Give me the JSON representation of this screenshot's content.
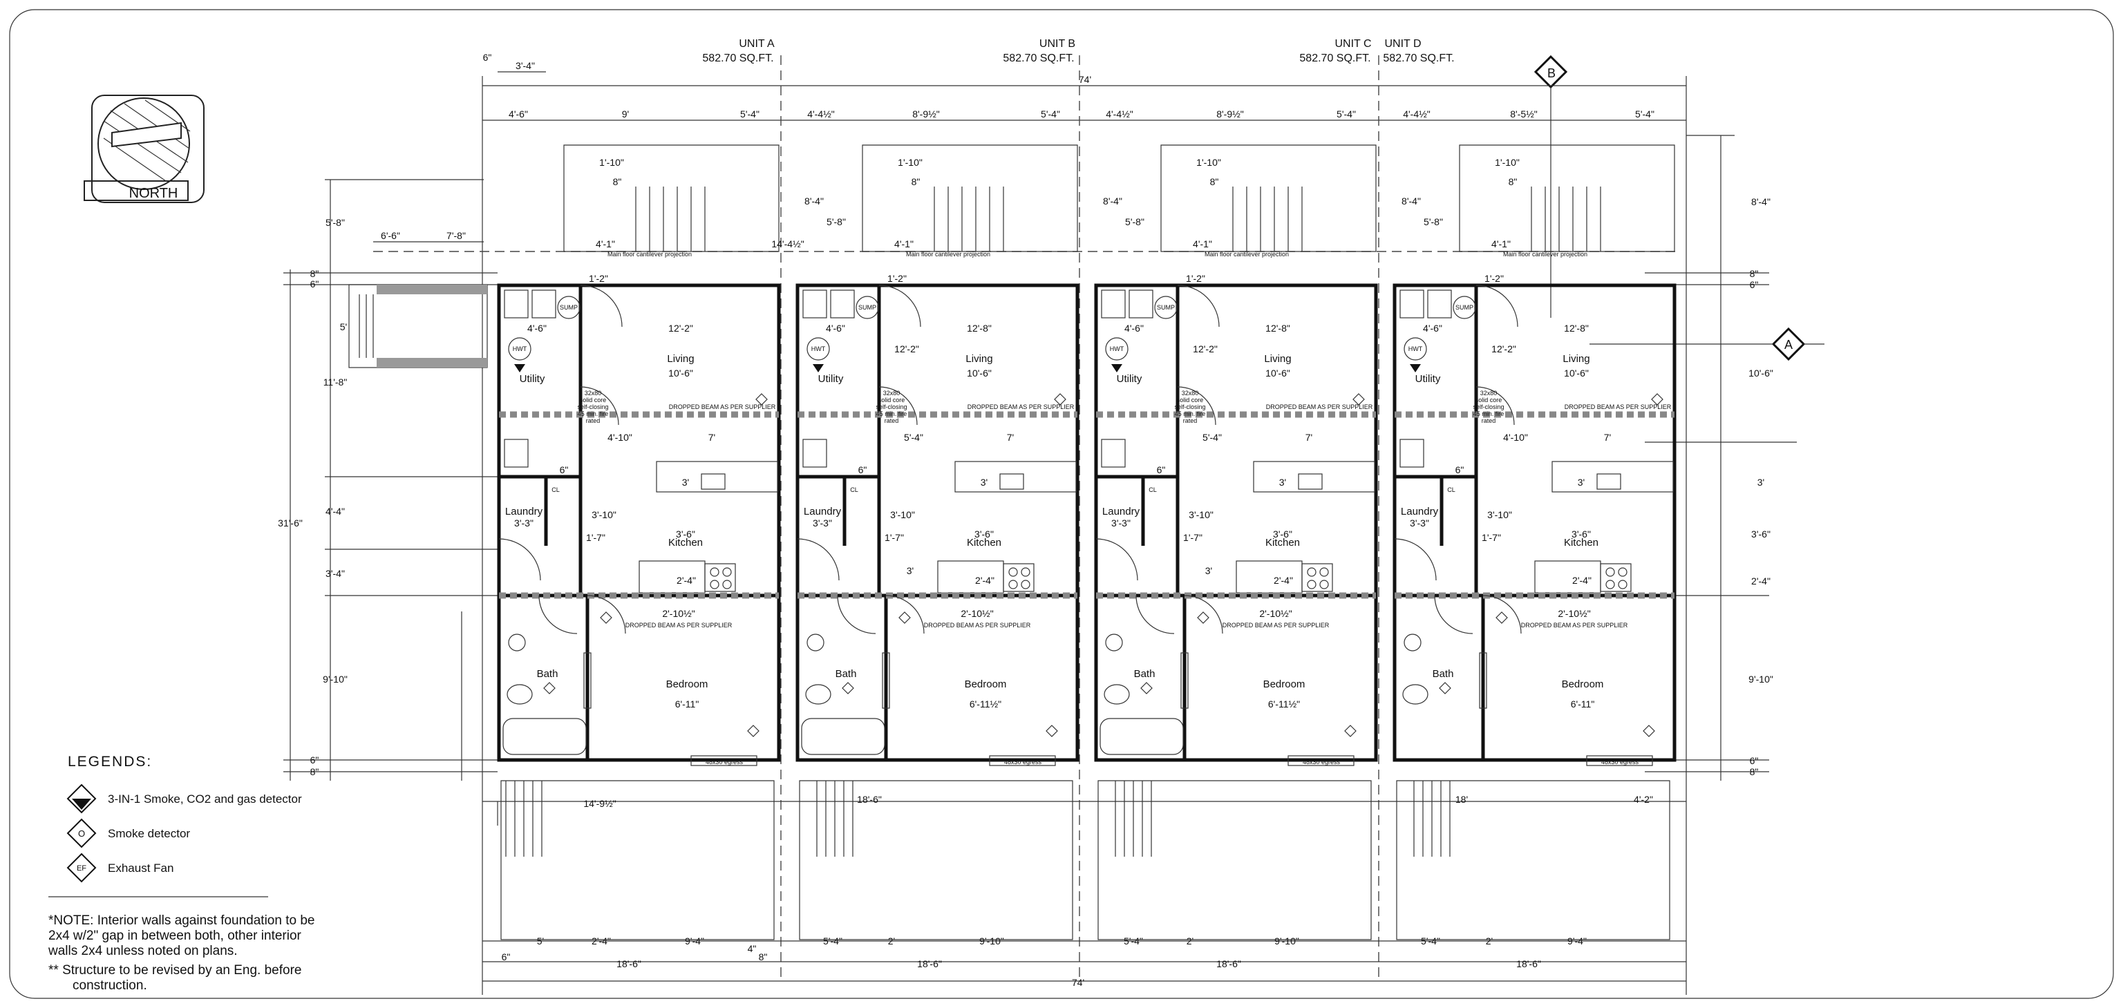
{
  "north": {
    "label": "NORTH"
  },
  "markers": {
    "b": "B",
    "a": "A"
  },
  "units": [
    {
      "name": "UNIT A",
      "area": "582.70 SQ.FT."
    },
    {
      "name": "UNIT B",
      "area": "582.70 SQ.FT."
    },
    {
      "name": "UNIT C",
      "area": "582.70 SQ.FT."
    },
    {
      "name": "UNIT D",
      "area": "582.70 SQ.FT."
    }
  ],
  "rooms": {
    "utility": "Utility",
    "living": "Living",
    "laundry": "Laundry",
    "kitchen": "Kitchen",
    "bath": "Bath",
    "bedroom": "Bedroom",
    "sump": "SUMP",
    "hwt": "HWT",
    "cl": "CL",
    "egress": "48x30 egress"
  },
  "notes": {
    "beam": "DROPPED BEAM AS PER SUPPLIER",
    "cantilever": "Main floor cantilever projection",
    "door": [
      "32x80",
      "solid core",
      "self-closing",
      "45 min. fire",
      "rated"
    ]
  },
  "dims_top": {
    "overall": "74'",
    "row1": [
      "4'-6\"",
      "9'",
      "5'-4\"",
      "4'-4½\"",
      "8'-9½\"",
      "5'-4\"",
      "4'-4½\"",
      "8'-9½\"",
      "5'-4\"",
      "4'-4½\"",
      "8'-5½\"",
      "5'-4\""
    ],
    "wall_offset": "3'-4\"",
    "edge": "6\""
  },
  "dims_bottom": {
    "overall": "74'",
    "units": [
      "18'-6\"",
      "18'-6\"",
      "18'-6\"",
      "18'-6\""
    ],
    "row1": [
      "5'",
      "2'-4\"",
      "9'-4\"",
      "5'-4\"",
      "2'",
      "9'-10\"",
      "5'-4\"",
      "2'",
      "9'-10\"",
      "5'-4\"",
      "2'",
      "9'-4\""
    ],
    "stair": [
      "14'-9½\"",
      "18'-6\"",
      "18'",
      "4'-2\""
    ],
    "small": [
      "6\"",
      "4\"",
      "8\""
    ]
  },
  "dims_left": [
    "5'-8\"",
    "8\"",
    "6\"",
    "11'-8\"",
    "4'-4\"",
    "3'-4\"",
    "9'-10\"",
    "6\"",
    "8\"",
    "31'-6\"",
    "6'-6\"",
    "7'-8\"",
    "5'"
  ],
  "dims_right": [
    "8'-4\"",
    "8\"",
    "6\"",
    "10'-6\"",
    "3'",
    "3'-6\"",
    "2'-4\"",
    "9'-10\"",
    "6\"",
    "8\""
  ],
  "dims_interior": {
    "n1_10": "1'-10\"",
    "n8": "8\"",
    "n8_4": "8'-4\"",
    "n5_8": "5'-8\"",
    "n4_1": "4'-1\"",
    "n1_2": "1'-2\"",
    "n4_6": "4'-6\"",
    "n12_2": "12'-2\"",
    "n12_8": "12'-8\"",
    "n10_6": "10'-6\"",
    "n4_10": "4'-10\"",
    "n5_4": "5'-4\"",
    "n7": "7'",
    "n6": "6\"",
    "n3": "3'",
    "n3_3": "3'-3\"",
    "n3_10": "3'-10\"",
    "n3_6": "3'-6\"",
    "n1_7": "1'-7\"",
    "n2_4": "2'-4\"",
    "n2_10": "2'-10½\"",
    "n6_11": "6'-11½\"",
    "n6_11b": "6'-11\"",
    "n14_4": "14'-4½\""
  },
  "legend": {
    "title": "LEGENDS:",
    "items": [
      {
        "symbol": "◆",
        "text": "3-IN-1 Smoke, CO2 and gas detector"
      },
      {
        "symbol": "O",
        "text": "Smoke detector"
      },
      {
        "symbol": "EF",
        "text": "Exhaust Fan"
      }
    ]
  },
  "footnotes": {
    "note_lines": [
      "*NOTE: Interior walls against foundation to be",
      "2x4 w/2\" gap in between both, other interior",
      "walls 2x4 unless noted on plans."
    ],
    "star_lines": [
      "**  Structure to be revised by an Eng. before",
      "construction."
    ]
  }
}
